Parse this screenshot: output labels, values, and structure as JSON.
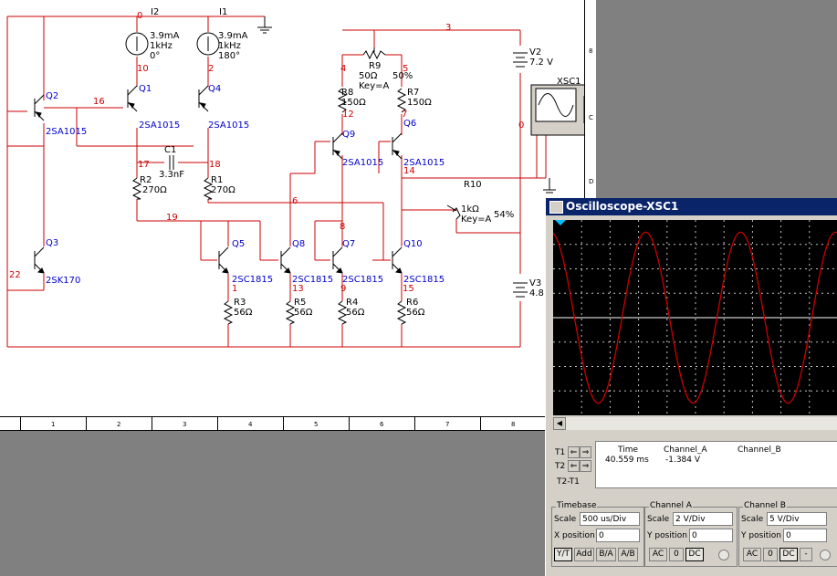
{
  "schematic": {
    "nets": [
      "0",
      "10",
      "2",
      "3",
      "4",
      "5",
      "16",
      "12",
      "7",
      "17",
      "18",
      "14",
      "19",
      "6",
      "8",
      "22",
      "1",
      "13",
      "9",
      "15"
    ],
    "sources": [
      {
        "ref": "I2",
        "current": "3.9mA",
        "freq": "1kHz",
        "phase": "0°"
      },
      {
        "ref": "I1",
        "current": "3.9mA",
        "freq": "1kHz",
        "phase": "180°"
      }
    ],
    "transistors": [
      {
        "ref": "Q1",
        "part": "2SA1015"
      },
      {
        "ref": "Q4",
        "part": "2SA1015"
      },
      {
        "ref": "Q2",
        "part": "2SA1015"
      },
      {
        "ref": "Q9",
        "part": "2SA1015"
      },
      {
        "ref": "Q6",
        "part": "2SA1015"
      },
      {
        "ref": "Q3",
        "part": "2SK170"
      },
      {
        "ref": "Q5",
        "part": "2SC1815"
      },
      {
        "ref": "Q8",
        "part": "2SC1815"
      },
      {
        "ref": "Q7",
        "part": "2SC1815"
      },
      {
        "ref": "Q10",
        "part": "2SC1815"
      }
    ],
    "potentiometers": [
      {
        "ref": "R9",
        "value": "50Ω",
        "percent": "50%",
        "key": "Key=A"
      },
      {
        "ref": "R10",
        "value": "1kΩ",
        "percent": "54%",
        "key": "Key=A"
      }
    ],
    "resistors": [
      {
        "ref": "R8",
        "value": "150Ω"
      },
      {
        "ref": "R7",
        "value": "150Ω"
      },
      {
        "ref": "R2",
        "value": "270Ω"
      },
      {
        "ref": "R1",
        "value": "270Ω"
      },
      {
        "ref": "R3",
        "value": "56Ω"
      },
      {
        "ref": "R5",
        "value": "56Ω"
      },
      {
        "ref": "R4",
        "value": "56Ω"
      },
      {
        "ref": "R6",
        "value": "56Ω"
      }
    ],
    "capacitor": {
      "ref": "C1",
      "value": "3.3nF"
    },
    "batteries": [
      {
        "ref": "V2",
        "value": "7.2 V"
      },
      {
        "ref": "V3",
        "value": "4.8"
      }
    ],
    "instrument": {
      "ref": "XSC1",
      "label": "XSC1"
    },
    "ruler_bottom": [
      "1",
      "2",
      "3",
      "4",
      "5",
      "6",
      "7",
      "8"
    ],
    "ruler_right": [
      "8",
      "C",
      "D"
    ]
  },
  "oscilloscope": {
    "title": "Oscilloscope-XSC1",
    "trace_color": "#cc0000",
    "waveform": {
      "periods_visible": 3,
      "amplitude_divs": 3.5
    },
    "readout": {
      "headers": [
        "Time",
        "Channel_A",
        "Channel_B"
      ],
      "t1_time": "40.559 ms",
      "t1_channel_a": "-1.384 V",
      "t1_channel_b": "",
      "row_labels": [
        "T1",
        "T2",
        "T2-T1"
      ]
    },
    "timebase": {
      "title": "Timebase",
      "scale_label": "Scale",
      "scale": "500 us/Div",
      "pos_label": "X position",
      "pos": "0",
      "modes": [
        "Y/T",
        "Add",
        "B/A",
        "A/B"
      ]
    },
    "channel_a": {
      "title": "Channel A",
      "scale_label": "Scale",
      "scale": "2  V/Div",
      "pos_label": "Y position",
      "pos": "0",
      "coupling": [
        "AC",
        "0",
        "DC"
      ]
    },
    "channel_b": {
      "title": "Channel B",
      "scale_label": "Scale",
      "scale": "5  V/Div",
      "pos_label": "Y position",
      "pos": "0",
      "coupling": [
        "AC",
        "0",
        "DC",
        "-"
      ]
    }
  }
}
